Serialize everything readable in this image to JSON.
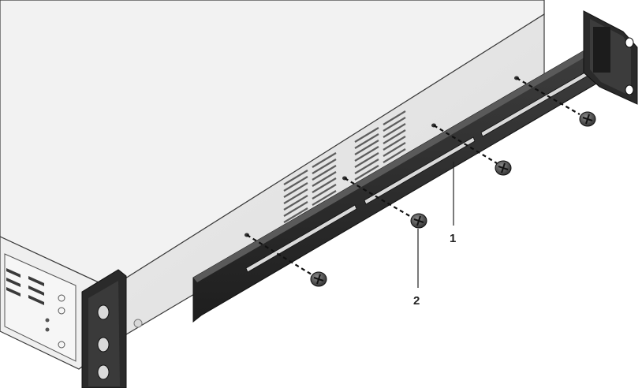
{
  "figure": {
    "type": "rack-mount-installation-illustration",
    "callouts": [
      {
        "number": "1",
        "refers_to": "rail-bracket"
      },
      {
        "number": "2",
        "refers_to": "screw"
      }
    ]
  },
  "colors": {
    "chassis_top": "#f1f1f1",
    "chassis_side": "#e6e6e6",
    "chassis_edge": "#3a3a3a",
    "rail": "#2d2d2d",
    "rail_highlight": "#5a5a5a",
    "screw": "#4a4a4a",
    "front_panel": "#efefef",
    "callout_text": "#222222"
  },
  "icons": [
    "screw-icon",
    "vent-grille",
    "mounting-ear"
  ]
}
